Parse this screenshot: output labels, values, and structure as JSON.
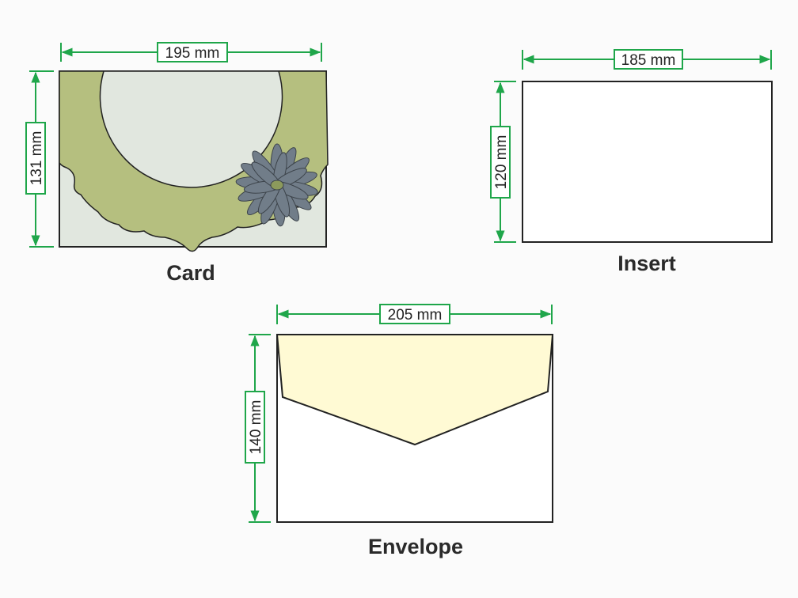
{
  "colors": {
    "dimension": "#1fa64a",
    "card_flap": "#b5bf7f",
    "card_base": "#e1e7df",
    "flower": "#717d89",
    "flower_center": "#8c9a5c",
    "envelope_flap": "#fffad4",
    "outline": "#222222"
  },
  "card": {
    "title": "Card",
    "width_label": "195 mm",
    "height_label": "131 mm"
  },
  "insert": {
    "title": "Insert",
    "width_label": "185 mm",
    "height_label": "120 mm"
  },
  "envelope": {
    "title": "Envelope",
    "width_label": "205 mm",
    "height_label": "140 mm"
  }
}
